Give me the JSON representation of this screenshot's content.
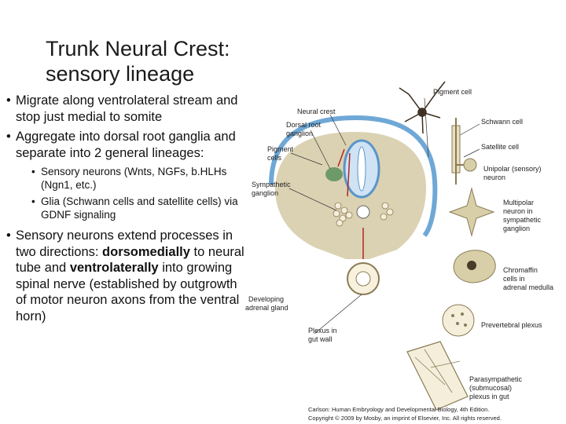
{
  "slide": {
    "title_line1": "Trunk Neural Crest:",
    "title_line2": "sensory lineage",
    "bullets": [
      {
        "text": "Migrate along ventrolateral stream and stop just medial to somite"
      },
      {
        "text": "Aggregate into dorsal root ganglia and separate into 2 general lineages:"
      }
    ],
    "sub_bullets": [
      {
        "text": "Sensory neurons (Wnts, NGFs, b.HLHs  (Ngn1, etc.)"
      },
      {
        "text": "Glia (Schwann cells and satellite cells) via GDNF signaling"
      }
    ],
    "bullet3": {
      "part1": "Sensory neurons extend processes in two directions: ",
      "bold1": "dorsomedially",
      "part2": " to neural tube and ",
      "bold2": "ventrolaterally",
      "part3": " into growing spinal nerve (established by outgrowth of motor neuron axons from the ventral horn)"
    }
  },
  "figure": {
    "labels": {
      "pigment_cell": "Pigment cell",
      "neural_crest": "Neural crest",
      "dorsal_root_l1": "Dorsal root",
      "dorsal_root_l2": "ganglion",
      "schwann_cell": "Schwann cell",
      "pigment_cells_l1": "Pigment",
      "pigment_cells_l2": "cells",
      "satellite_cell": "Satellite cell",
      "sympathetic_l1": "Sympathetic",
      "sympathetic_l2": "ganglion",
      "unipolar_l1": "Unipolar (sensory)",
      "unipolar_l2": "neuron",
      "multipolar_l1": "Multipolar",
      "multipolar_l2": "neuron in",
      "multipolar_l3": "sympathetic",
      "multipolar_l4": "ganglion",
      "chromaffin_l1": "Chromaffin",
      "chromaffin_l2": "cells in",
      "chromaffin_l3": "adrenal medulla",
      "developing_l1": "Developing",
      "developing_l2": "adrenal gland",
      "prevertebral": "Prevertebral plexus",
      "plexus_gut_l1": "Plexus in",
      "plexus_gut_l2": "gut wall",
      "parasym_l1": "Parasympathetic",
      "parasym_l2": "(submucosal)",
      "parasym_l3": "plexus in gut"
    },
    "caption_l1": "Carlson: Human Embryology and Developmental Biology, 4th Edition.",
    "caption_l2": "Copyright © 2009 by Mosby, an imprint of Elsevier, Inc. All rights reserved.",
    "colors": {
      "ectoderm": "#6fa8d6",
      "tissue": "#cfc39a",
      "tube": "#5b95c9",
      "ganglion": "#6e9a6a",
      "dark": "#4a3b2b"
    }
  }
}
